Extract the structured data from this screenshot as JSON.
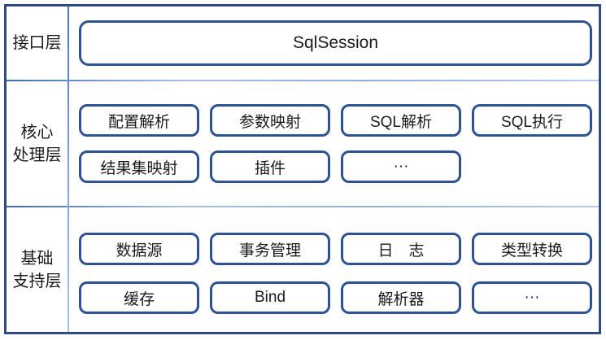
{
  "diagram": {
    "type": "layered-architecture",
    "colors": {
      "frame_border": "#2a4b85",
      "box_border": "#2e5394",
      "divider_dark": "#3f6cb4",
      "divider_light": "#b7cdea",
      "text": "#1b1b1b",
      "background": "#ffffff"
    },
    "layers": [
      {
        "label_line1": "接口层",
        "boxes_row1": [
          "SqlSession"
        ]
      },
      {
        "label_line1": "核心",
        "label_line2": "处理层",
        "boxes_row1": [
          "配置解析",
          "参数映射",
          "SQL解析",
          "SQL执行"
        ],
        "boxes_row2": [
          "结果集映射",
          "插件",
          "···"
        ]
      },
      {
        "label_line1": "基础",
        "label_line2": "支持层",
        "boxes_row1": [
          "数据源",
          "事务管理",
          "日　志",
          "类型转换"
        ],
        "boxes_row2": [
          "缓存",
          "Bind",
          "解析器",
          "···"
        ]
      }
    ]
  }
}
